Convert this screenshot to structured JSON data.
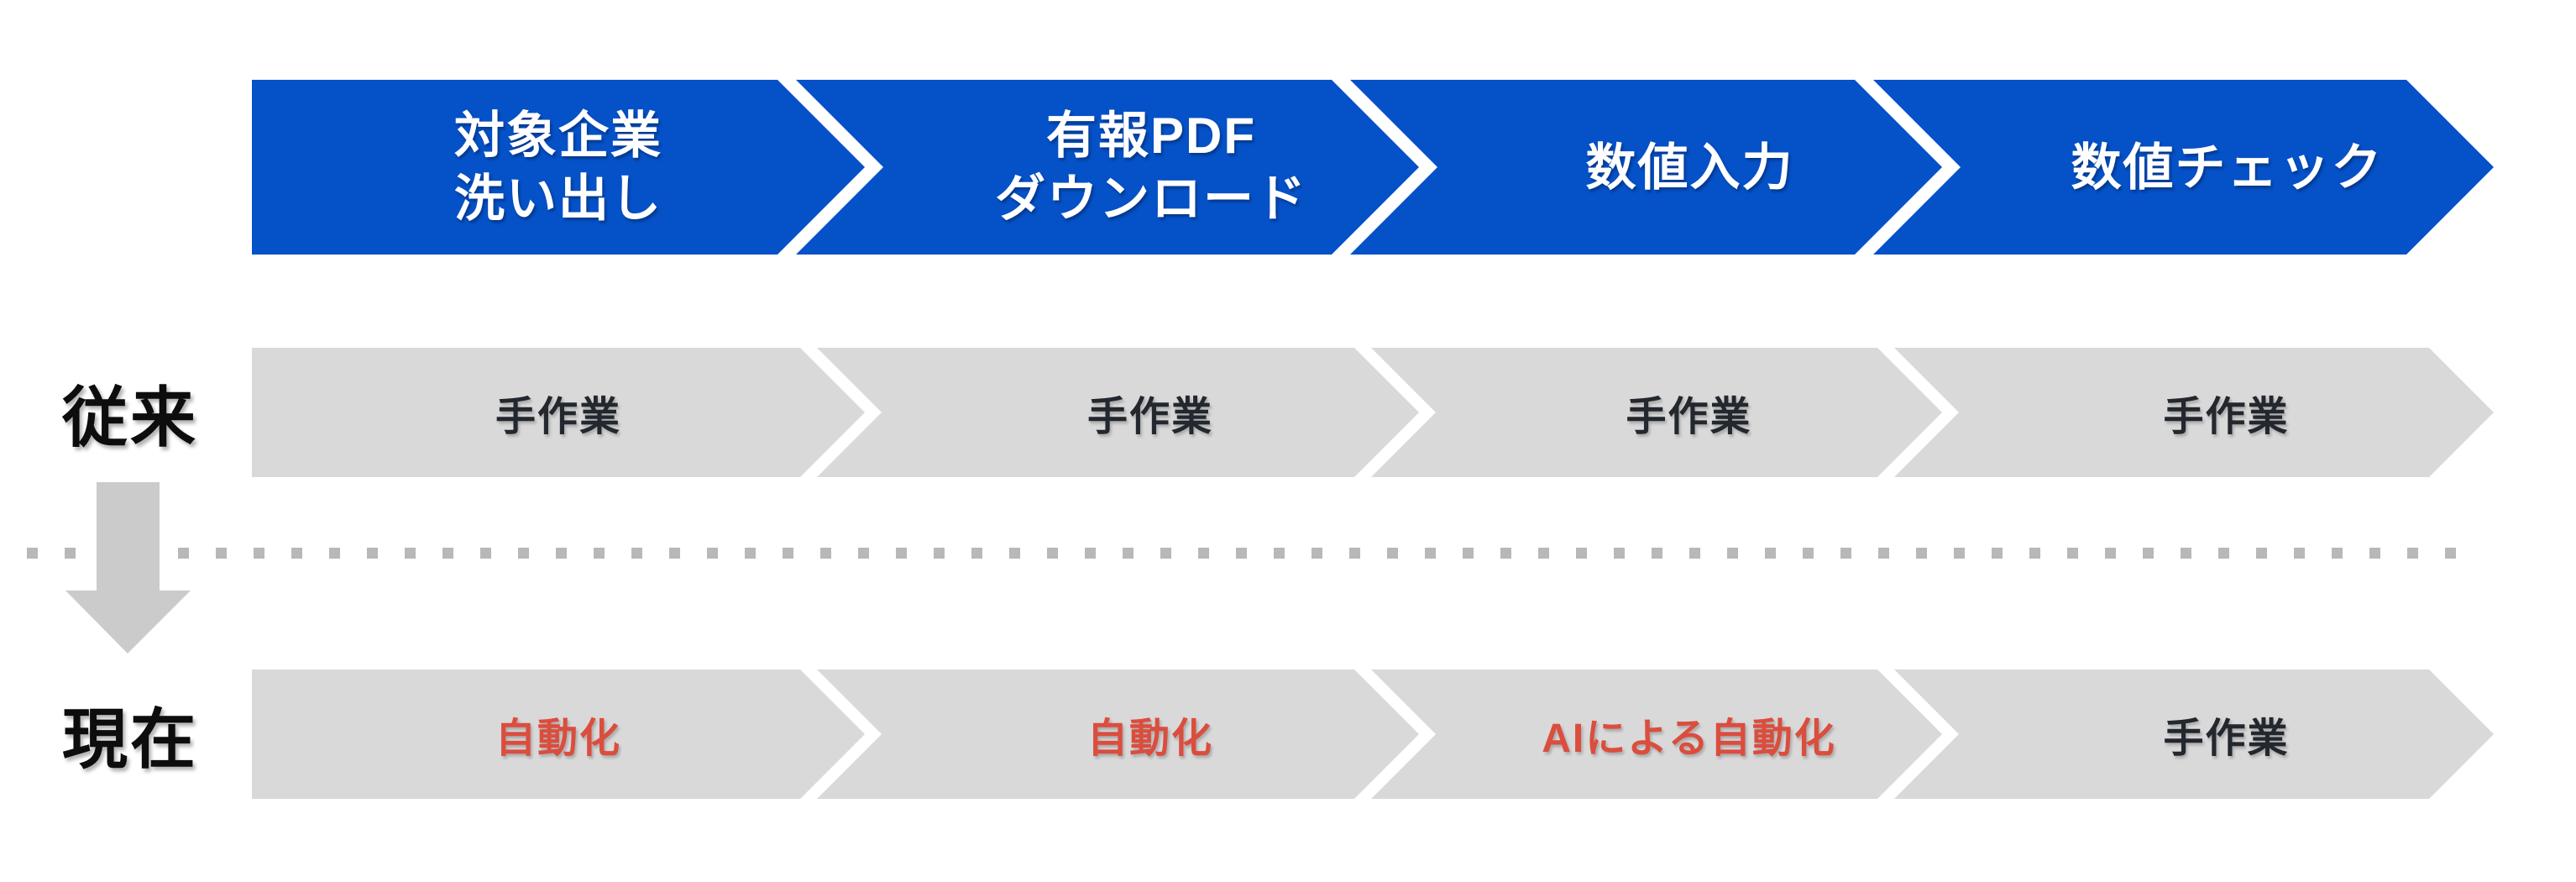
{
  "colors": {
    "step_blue": "#0551C8",
    "band_gray": "#D9D9D9",
    "accent_red": "#DB4D3D",
    "dark_text": "#23272E",
    "label_black": "#0D0D0D",
    "dot_gray": "#B8B8B8",
    "arrow_gray": "#CBCBCB",
    "step_text_white": "#FFFFFF"
  },
  "header_steps": [
    {
      "lines": [
        "対象企業",
        "洗い出し"
      ]
    },
    {
      "lines": [
        "有報PDF",
        "ダウンロード"
      ]
    },
    {
      "lines": [
        "数値入力"
      ]
    },
    {
      "lines": [
        "数値チェック"
      ]
    }
  ],
  "rows": [
    {
      "label": "従来",
      "cells": [
        {
          "text": "手作業",
          "emphasis": "manual"
        },
        {
          "text": "手作業",
          "emphasis": "manual"
        },
        {
          "text": "手作業",
          "emphasis": "manual"
        },
        {
          "text": "手作業",
          "emphasis": "manual"
        }
      ]
    },
    {
      "label": "現在",
      "cells": [
        {
          "text": "自動化",
          "emphasis": "automated"
        },
        {
          "text": "自動化",
          "emphasis": "automated"
        },
        {
          "text": "AIによる自動化",
          "emphasis": "automated"
        },
        {
          "text": "手作業",
          "emphasis": "manual"
        }
      ]
    }
  ]
}
